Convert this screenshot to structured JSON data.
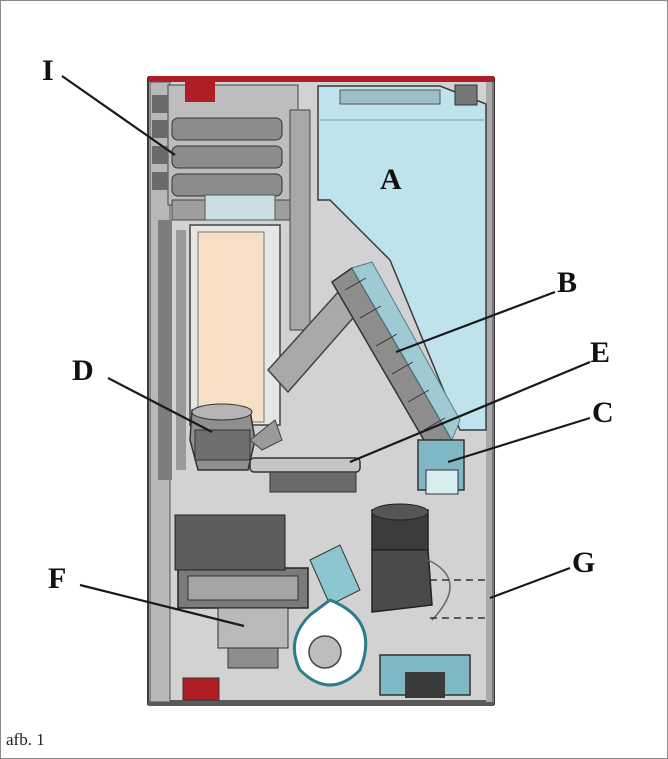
{
  "figure": {
    "caption": "afb. 1",
    "labels": {
      "A": "A",
      "B": "B",
      "C": "C",
      "D": "D",
      "E": "E",
      "F": "F",
      "G": "G",
      "I": "I"
    }
  },
  "colors": {
    "body_gray": "#cfcfcf",
    "hopper_blue": "#bfe3ec",
    "firebox_beige": "#f7dfc6",
    "accent_red": "#b01e25",
    "outline": "#3a3a3a"
  }
}
